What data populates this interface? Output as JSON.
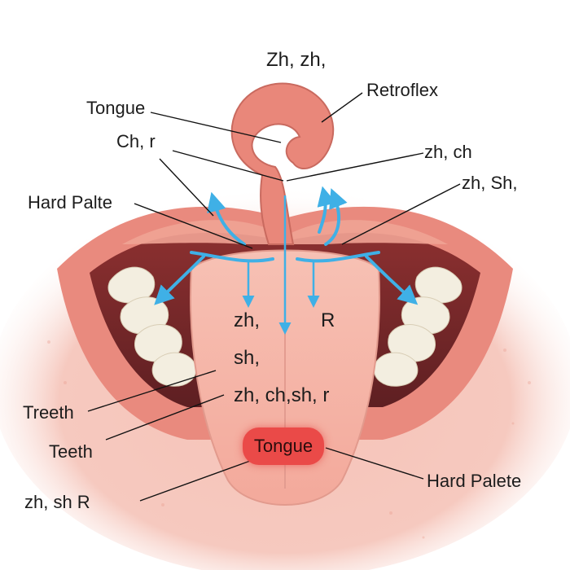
{
  "labels": {
    "zh_zh_top": "Zh, zh,",
    "retroflex": "Retroflex",
    "tongue_top": "Tongue",
    "ch_r": "Ch, r",
    "zh_ch": "zh, ch",
    "zh_sh": "zh, Sh,",
    "hard_palte": "Hard Palte",
    "zh_mid": "zh,",
    "r_mid": "R",
    "sh_mid": "sh,",
    "zh_ch_sh_r": "zh, ch,sh, r",
    "treeth": "Treeth",
    "teeth": "Teeth",
    "tongue_badge": "Tongue",
    "hard_palete": "Hard Palete",
    "zh_sh_r": "zh, sh R"
  },
  "colors": {
    "flesh": "#f2b3a6",
    "gum": "#e98a7e",
    "cavity": "#7a2a2a",
    "airflow": "#3fb0e6",
    "tooth": "#f3eee0",
    "badge": "#ea4a48"
  }
}
